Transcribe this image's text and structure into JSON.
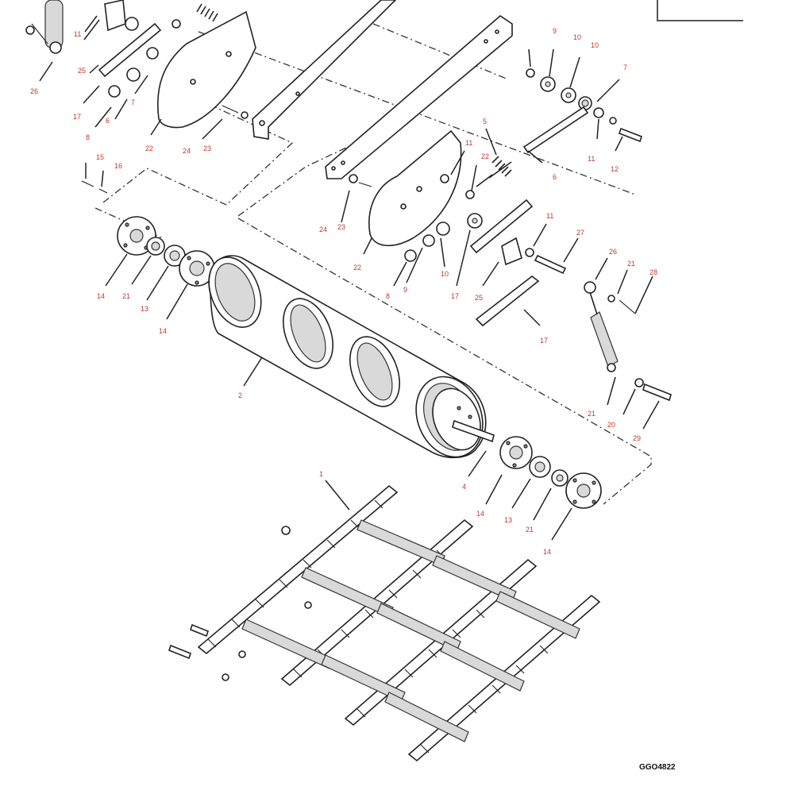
{
  "figure_code": "GGO4822",
  "callouts": [
    {
      "label": "11"
    },
    {
      "label": "26"
    },
    {
      "label": "25"
    },
    {
      "label": "17"
    },
    {
      "label": "8"
    },
    {
      "label": "6"
    },
    {
      "label": "7"
    },
    {
      "label": "22"
    },
    {
      "label": "24"
    },
    {
      "label": "23"
    },
    {
      "label": "9"
    },
    {
      "label": "10"
    },
    {
      "label": "10"
    },
    {
      "label": "7"
    },
    {
      "label": "5"
    },
    {
      "label": "6"
    },
    {
      "label": "11"
    },
    {
      "label": "12"
    },
    {
      "label": "11"
    },
    {
      "label": "22"
    },
    {
      "label": "15"
    },
    {
      "label": "16"
    },
    {
      "label": "24"
    },
    {
      "label": "23"
    },
    {
      "label": "22"
    },
    {
      "label": "8"
    },
    {
      "label": "9"
    },
    {
      "label": "10"
    },
    {
      "label": "17"
    },
    {
      "label": "25"
    },
    {
      "label": "11"
    },
    {
      "label": "27"
    },
    {
      "label": "26"
    },
    {
      "label": "21"
    },
    {
      "label": "28"
    },
    {
      "label": "17"
    },
    {
      "label": "14"
    },
    {
      "label": "21"
    },
    {
      "label": "13"
    },
    {
      "label": "14"
    },
    {
      "label": "2"
    },
    {
      "label": "21"
    },
    {
      "label": "20"
    },
    {
      "label": "29"
    },
    {
      "label": "4"
    },
    {
      "label": "14"
    },
    {
      "label": "13"
    },
    {
      "label": "21"
    },
    {
      "label": "14"
    },
    {
      "label": "1"
    }
  ]
}
